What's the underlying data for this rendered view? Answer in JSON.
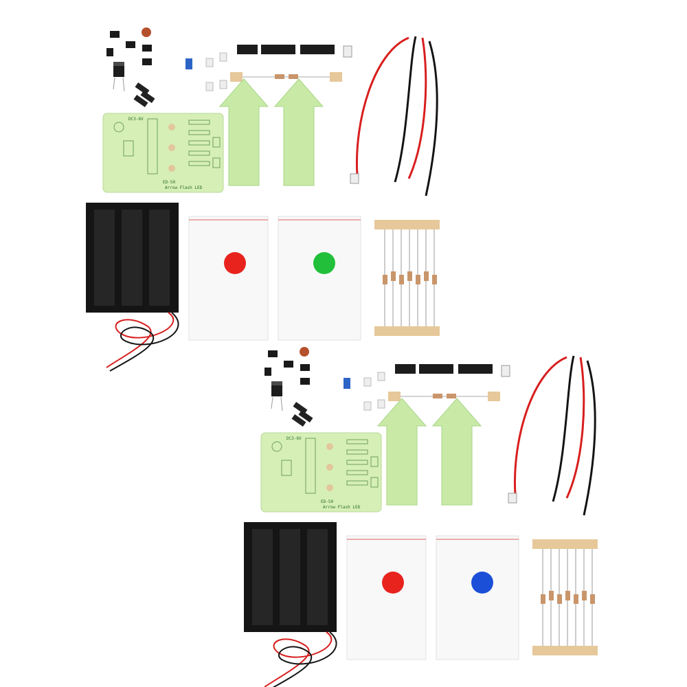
{
  "image": {
    "background": "#ffffff",
    "subject": "Two identical DIY flashing-arrow LED electronic kits",
    "kits": [
      {
        "id": "kit-top",
        "led_colors": [
          "#e8231e",
          "#22c03a"
        ]
      },
      {
        "id": "kit-bottom",
        "led_colors": [
          "#e8231e",
          "#1c4fd8"
        ]
      }
    ],
    "pcb_labels": {
      "voltage": "DC3-6V",
      "board_name": "Arrow Flash LED",
      "code": "ED-50"
    },
    "colors": {
      "pcb": "#d6efb6",
      "arrow_board": "#c9eaa7",
      "battery_box": "#151515",
      "wire_red": "#d81e1e",
      "wire_black": "#141414",
      "tape": "#e6c89a"
    }
  }
}
